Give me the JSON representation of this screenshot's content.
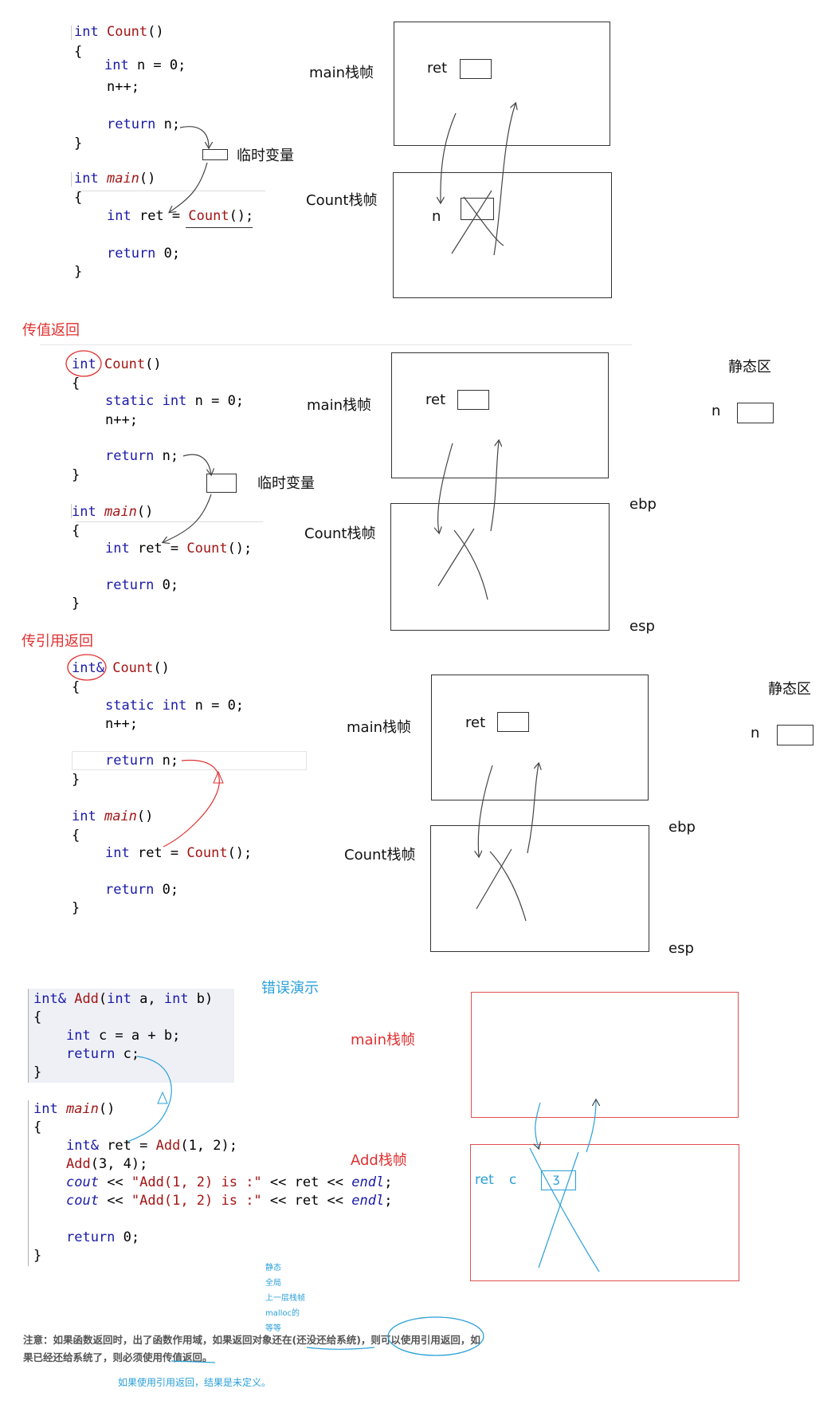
{
  "sec1": {
    "code": {
      "l1_type": "int",
      "l1_name": "Count",
      "l1_paren": "()",
      "l2": "{",
      "l3_type": "int",
      "l3_rest": " n = 0;",
      "l4": "n++;",
      "l5_kw": "return",
      "l5_rest": " n;",
      "l6": "}",
      "l7_type": "int",
      "l7_name": "main",
      "l7_paren": "()",
      "l8": "{",
      "l9_type": "int",
      "l9_mid": " ret = ",
      "l9_fn": "Count",
      "l9_end": "();",
      "l10_kw": "return",
      "l10_rest": " 0;",
      "l11": "}"
    },
    "temp_label": "临时变量",
    "main_frame_label": "main栈帧",
    "count_frame_label": "Count栈帧",
    "ret_label": "ret",
    "n_label": "n"
  },
  "sec2": {
    "heading": "传值返回",
    "code": {
      "l1_type": "int",
      "l1_name": "Count",
      "l1_paren": "()",
      "l2": "{",
      "l3_kw": "static",
      "l3_type": "int",
      "l3_rest": " n = 0;",
      "l4": "n++;",
      "l5_kw": "return",
      "l5_rest": " n;",
      "l6": "}",
      "l7_type": "int",
      "l7_name": "main",
      "l7_paren": "()",
      "l8": "{",
      "l9_type": "int",
      "l9_mid": " ret = ",
      "l9_fn": "Count",
      "l9_end": "();",
      "l10_kw": "return",
      "l10_rest": " 0;",
      "l11": "}"
    },
    "temp_label": "临时变量",
    "main_frame_label": "main栈帧",
    "count_frame_label": "Count栈帧",
    "ret_label": "ret",
    "static_label": "静态区",
    "n_label": "n",
    "ebp_label": "ebp",
    "esp_label": "esp"
  },
  "sec3": {
    "heading": "传引用返回",
    "code": {
      "l1_type": "int&",
      "l1_name": "Count",
      "l1_paren": "()",
      "l2": "{",
      "l3_kw": "static",
      "l3_type": "int",
      "l3_rest": " n = 0;",
      "l4": "n++;",
      "l5_kw": "return",
      "l5_rest": " n;",
      "l6": "}",
      "l7_type": "int",
      "l7_name": "main",
      "l7_paren": "()",
      "l8": "{",
      "l9_type": "int",
      "l9_mid": " ret = ",
      "l9_fn": "Count",
      "l9_end": "();",
      "l10_kw": "return",
      "l10_rest": " 0;",
      "l11": "}"
    },
    "main_frame_label": "main栈帧",
    "count_frame_label": "Count栈帧",
    "ret_label": "ret",
    "static_label": "静态区",
    "n_label": "n",
    "ebp_label": "ebp",
    "esp_label": "esp"
  },
  "sec4": {
    "heading": "错误演示",
    "code": {
      "l1_type": "int&",
      "l1_name": "Add",
      "l1_open": "(",
      "l1_t1": "int",
      "l1_a": " a, ",
      "l1_t2": "int",
      "l1_b": " b)",
      "l2": "{",
      "l3_type": "int",
      "l3_rest": " c = a + b;",
      "l4_kw": "return",
      "l4_rest": " c;",
      "l5": "}",
      "l6_type": "int",
      "l6_name": "main",
      "l6_paren": "()",
      "l7": "{",
      "l8_type": "int&",
      "l8_mid": " ret = ",
      "l8_fn": "Add",
      "l8_end": "(1, 2);",
      "l9_fn": "Add",
      "l9_end": "(3, 4);",
      "l10_cout": "cout",
      "l10_op": " << ",
      "l10_str": "\"Add(1, 2) is :\"",
      "l10_op2": " << ret << ",
      "l10_endl": "endl",
      "l10_semi": ";",
      "l11_cout": "cout",
      "l11_op": " << ",
      "l11_str": "\"Add(1, 2) is :\"",
      "l11_op2": " << ret << ",
      "l11_endl": "endl",
      "l11_semi": ";",
      "l12_kw": "return",
      "l12_rest": " 0;",
      "l13": "}"
    },
    "main_frame_label": "main栈帧",
    "add_frame_label": "Add栈帧",
    "ret_label": "ret",
    "c_label": "c",
    "cell_glyph": "ʒ",
    "side_notes": [
      "静态",
      "全局",
      "上一层栈帧",
      "malloc的",
      "等等"
    ]
  },
  "note": {
    "line1": "注意：如果函数返回时，出了函数作用域，如果返回对象还在(还没还给系统)，则可以使用引用返回，如",
    "line2": "果已经还给系统了，则必须使用传值返回。",
    "extra": "如果使用引用返回，结果是未定义。"
  },
  "colors": {
    "keyword": "#1a1aa8",
    "function": "#a31515",
    "annotation_red": "#e03030",
    "annotation_blue": "#2aa0d8"
  }
}
